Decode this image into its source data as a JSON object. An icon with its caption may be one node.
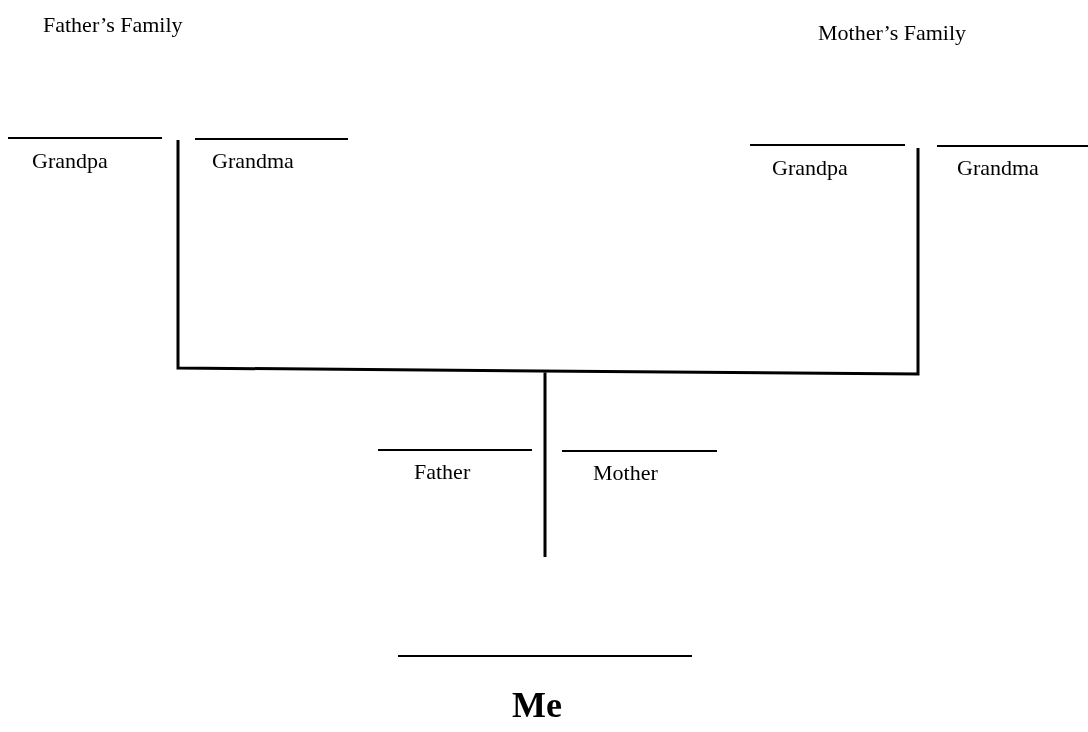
{
  "diagram": {
    "labels": [
      "Father’s Family",
      "Mother’s Family",
      "Grandpa",
      "Grandma",
      "Grandpa",
      "Grandma",
      "Father",
      "Mother",
      "Me"
    ]
  }
}
